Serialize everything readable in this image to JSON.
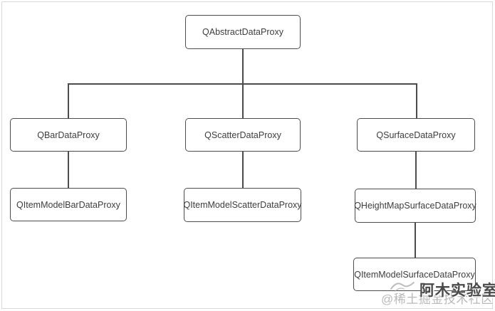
{
  "diagram": {
    "type": "tree",
    "nodes": [
      {
        "id": "root",
        "label": "QAbstractDataProxy"
      },
      {
        "id": "bar",
        "label": "QBarDataProxy"
      },
      {
        "id": "scatter",
        "label": "QScatterDataProxy"
      },
      {
        "id": "surface",
        "label": "QSurfaceDataProxy"
      },
      {
        "id": "itemModelBar",
        "label": "QItemModelBarDataProxy"
      },
      {
        "id": "itemModelScatter",
        "label": "QItemModelScatterDataProxy"
      },
      {
        "id": "heightMapSurface",
        "label": "QHeightMapSurfaceDataProxy"
      },
      {
        "id": "itemModelSurface",
        "label": "QItemModelSurfaceDataProxy"
      }
    ],
    "edges": [
      {
        "from": "QAbstractDataProxy",
        "to": "QBarDataProxy"
      },
      {
        "from": "QAbstractDataProxy",
        "to": "QScatterDataProxy"
      },
      {
        "from": "QAbstractDataProxy",
        "to": "QSurfaceDataProxy"
      },
      {
        "from": "QBarDataProxy",
        "to": "QItemModelBarDataProxy"
      },
      {
        "from": "QScatterDataProxy",
        "to": "QItemModelScatterDataProxy"
      },
      {
        "from": "QSurfaceDataProxy",
        "to": "QHeightMapSurfaceDataProxy"
      },
      {
        "from": "QHeightMapSurfaceDataProxy",
        "to": "QItemModelSurfaceDataProxy"
      }
    ],
    "colors": {
      "node_border": "#4c4c4c",
      "node_text": "#3d3d3d",
      "connector": "#4c4c4c",
      "frame_border": "#d9d9d9",
      "background": "#ffffff",
      "watermark_primary": "#4a4a4a",
      "watermark_secondary": "#b9b9b9"
    }
  },
  "watermark": {
    "primary": "阿木实验室",
    "secondary": "@稀土掘金技术社区",
    "logo_icon": "bird-logo"
  }
}
